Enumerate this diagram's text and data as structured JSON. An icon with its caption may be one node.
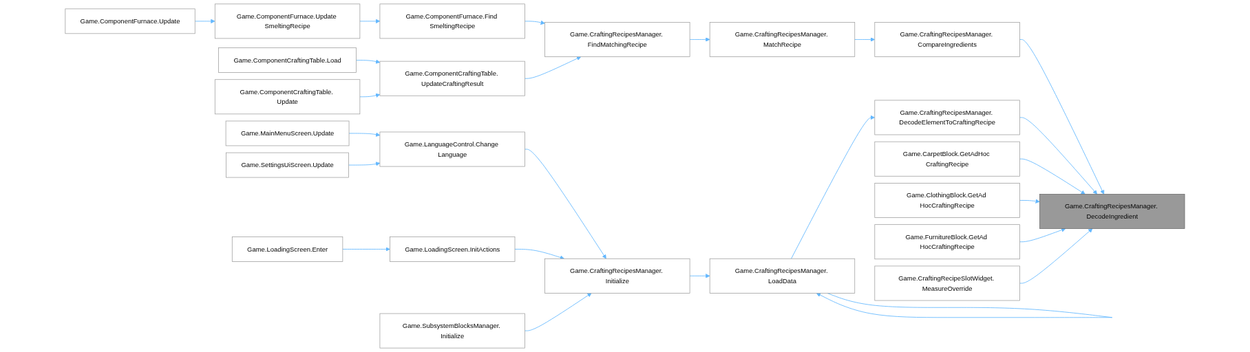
{
  "diagram": {
    "nodes": [
      {
        "text": [
          "Game.ComponentFurnace.Update"
        ]
      },
      {
        "text": [
          "Game.ComponentFurnace.Update SmeltingRecipe"
        ]
      },
      {
        "text": [
          "Game.ComponentFurnace.Find SmeltingRecipe"
        ]
      },
      {
        "text": [
          "Game.ComponentCraftingTable.Load"
        ]
      },
      {
        "text": [
          "Game.ComponentCraftingTable. Update"
        ]
      },
      {
        "text": [
          "Game.ComponentCraftingTable. UpdateCraftingResult"
        ]
      },
      {
        "text": [
          "Game.CraftingRecipesManager. FindMatchingRecipe"
        ]
      },
      {
        "text": [
          "Game.CraftingRecipesManager. MatchRecipe"
        ]
      },
      {
        "text": [
          "Game.CraftingRecipesManager. CompareIngredients"
        ]
      },
      {
        "text": [
          "Game.MainMenuScreen.Update"
        ]
      },
      {
        "text": [
          "Game.SettingsUiScreen.Update"
        ]
      },
      {
        "text": [
          "Game.LanguageControl.Change Language"
        ]
      },
      {
        "text": [
          "Game.LoadingScreen.Enter"
        ]
      },
      {
        "text": [
          "Game.LoadingScreen.InitActions"
        ]
      },
      {
        "text": [
          "Game.SubsystemBlocksManager. Initialize"
        ]
      },
      {
        "text": [
          "Game.CraftingRecipesManager. Initialize"
        ]
      },
      {
        "text": [
          "Game.CraftingRecipesManager. LoadData"
        ]
      },
      {
        "text": [
          "Game.CraftingRecipesManager. DecodeElementToCraftingRecipe"
        ]
      },
      {
        "text": [
          "Game.CarpetBlock.GetAdHoc CraftingRecipe"
        ]
      },
      {
        "text": [
          "Game.ClothingBlock.GetAd HocCraftingRecipe"
        ]
      },
      {
        "text": [
          "Game.FurnitureBlock.GetAd HocCraftingRecipe"
        ]
      },
      {
        "text": [
          "Game.CraftingRecipeSlotWidget. MeasureOverride"
        ]
      },
      {
        "text": [
          "Game.CraftingRecipesManager. DecodeIngredient"
        ]
      }
    ],
    "edges": [
      {
        "from": 0,
        "to": 1,
        "arrow": "to"
      },
      {
        "from": 1,
        "to": 2,
        "arrow": "to"
      },
      {
        "from": 2,
        "to": 6,
        "arrow": "to"
      },
      {
        "from": 3,
        "to": 5,
        "arrow": "to"
      },
      {
        "from": 4,
        "to": 5,
        "arrow": "to"
      },
      {
        "from": 5,
        "to": 6,
        "arrow": "to"
      },
      {
        "from": 6,
        "to": 7,
        "arrow": "to"
      },
      {
        "from": 7,
        "to": 8,
        "arrow": "to"
      },
      {
        "from": 8,
        "to": 22,
        "arrow": "to"
      },
      {
        "from": 9,
        "to": 11,
        "arrow": "to"
      },
      {
        "from": 10,
        "to": 11,
        "arrow": "to"
      },
      {
        "from": 11,
        "to": 15,
        "arrow": "to"
      },
      {
        "from": 12,
        "to": 13,
        "arrow": "to"
      },
      {
        "from": 13,
        "to": 15,
        "arrow": "to"
      },
      {
        "from": 14,
        "to": 15,
        "arrow": "to"
      },
      {
        "from": 15,
        "to": 16,
        "arrow": "to"
      },
      {
        "from": 16,
        "to": 16,
        "arrow": "to"
      },
      {
        "from": 16,
        "to": 17,
        "arrow": "to"
      },
      {
        "from": 17,
        "to": 22,
        "arrow": "to"
      },
      {
        "from": 18,
        "to": 22,
        "arrow": "to"
      },
      {
        "from": 19,
        "to": 22,
        "arrow": "to"
      },
      {
        "from": 20,
        "to": 22,
        "arrow": "to"
      },
      {
        "from": 21,
        "to": 22,
        "arrow": "to"
      }
    ]
  }
}
